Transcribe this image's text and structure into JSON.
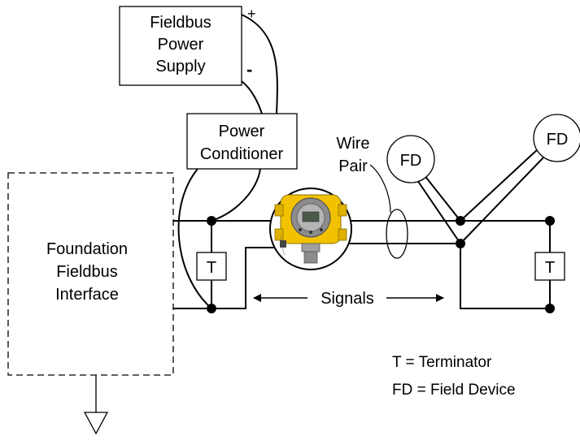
{
  "power_supply": {
    "line1": "Fieldbus",
    "line2": "Power",
    "line3": "Supply",
    "plus": "+",
    "minus": "-"
  },
  "conditioner": {
    "line1": "Power",
    "line2": "Conditioner"
  },
  "interface": {
    "line1": "Foundation",
    "line2": "Fieldbus",
    "line3": "Interface"
  },
  "wire_pair": {
    "line1": "Wire",
    "line2": "Pair"
  },
  "field_device_1": {
    "label": "FD"
  },
  "field_device_2": {
    "label": "FD"
  },
  "terminator_left": {
    "label": "T"
  },
  "terminator_right": {
    "label": "T"
  },
  "signals": {
    "label": "Signals"
  },
  "legend": {
    "terminator": "T = Terminator",
    "field_device": "FD = Field Device"
  },
  "colors": {
    "device_yellow": "#f2c200",
    "device_grey": "#8c8c8c",
    "line": "#000000"
  }
}
